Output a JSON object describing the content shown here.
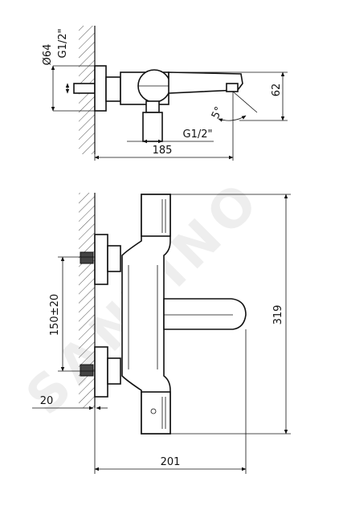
{
  "watermark": "SANTINO",
  "top_view": {
    "dim_diameter": "Ø64",
    "dim_thread_wall": "G1/2\"",
    "dim_height": "62",
    "dim_angle": "5°",
    "dim_thread_bottom": "G1/2\"",
    "dim_length": "185"
  },
  "front_view": {
    "dim_spacing": "150±20",
    "dim_height": "319",
    "dim_depth": "20",
    "dim_width": "201"
  }
}
